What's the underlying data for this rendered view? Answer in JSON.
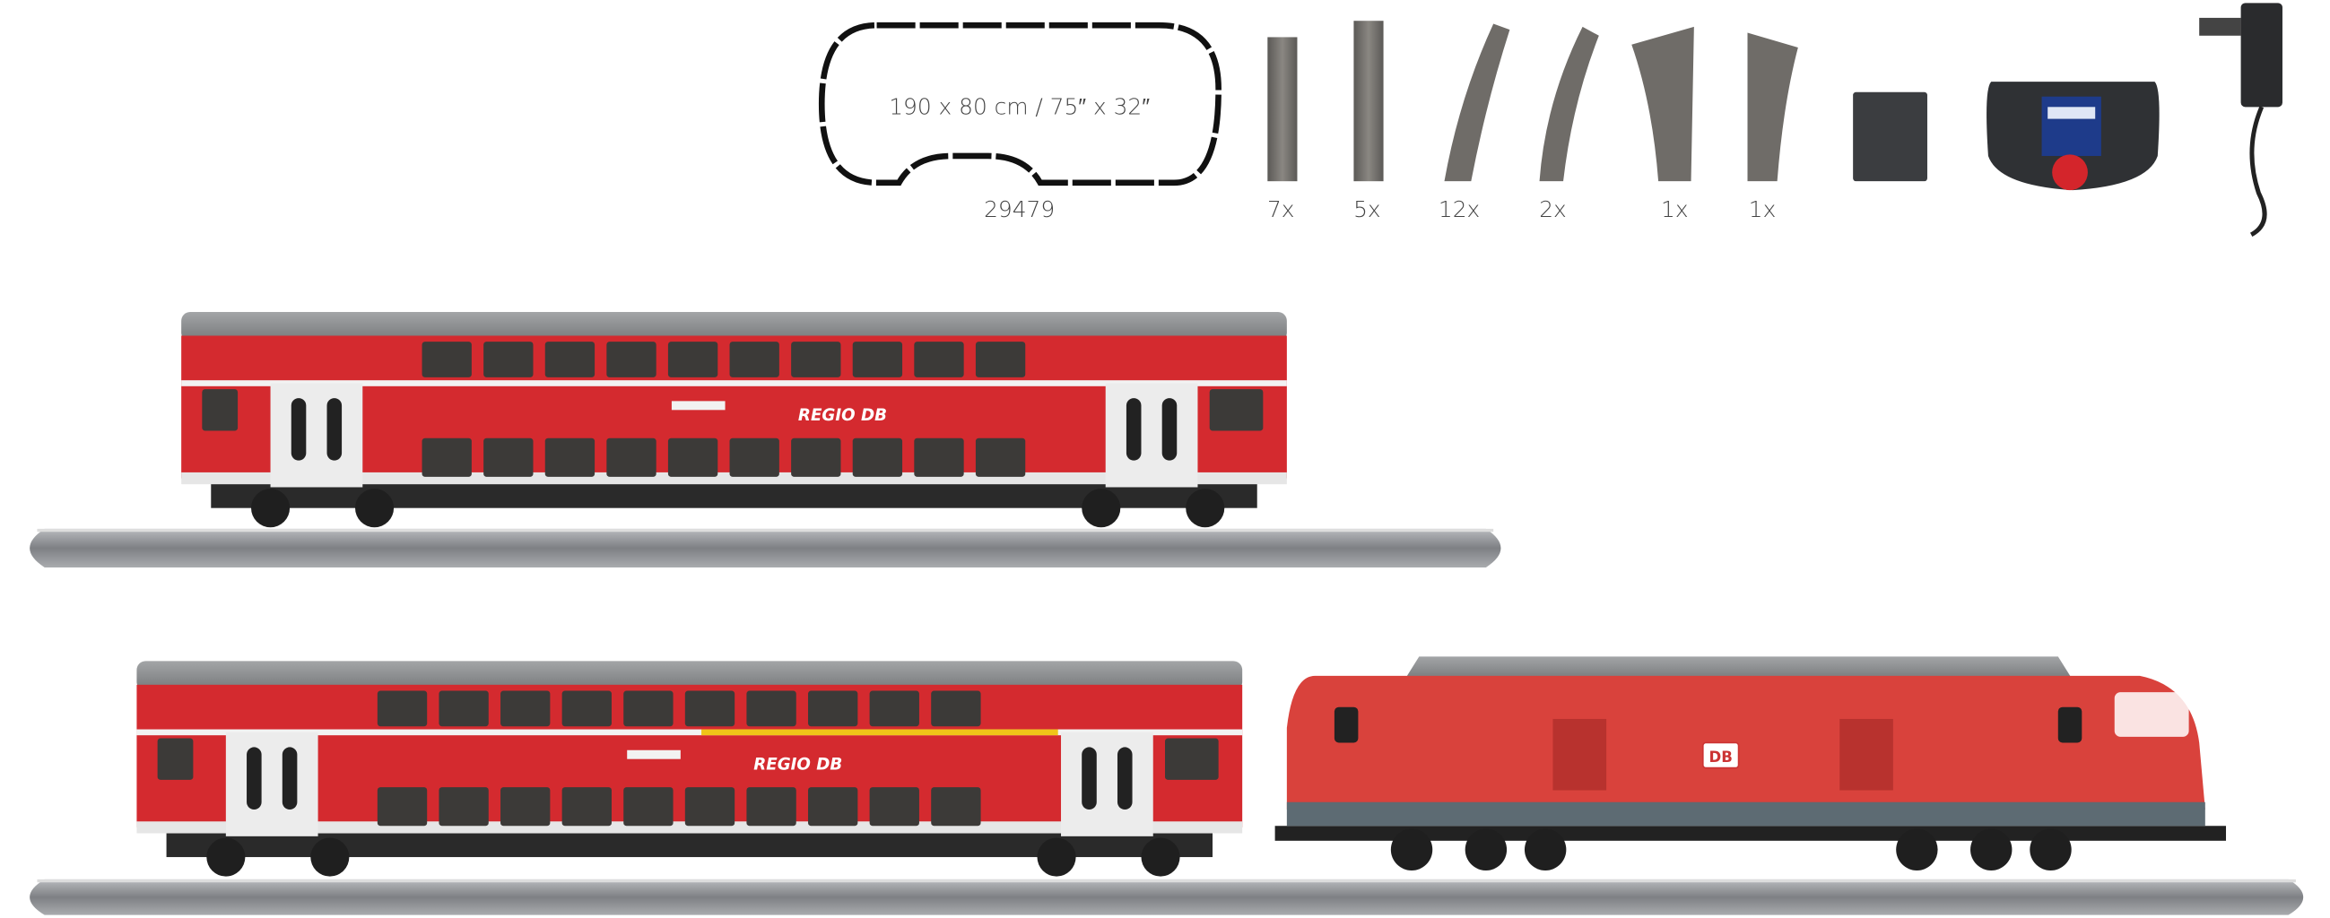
{
  "layout_plan": {
    "dimensions": "190 x 80 cm / 75″ x 32″",
    "track_plan_number": "29479"
  },
  "components": [
    {
      "item": "straight-track",
      "count": "7x"
    },
    {
      "item": "straight-track-long",
      "count": "5x"
    },
    {
      "item": "curved-track",
      "count": "12x"
    },
    {
      "item": "curved-track-wide",
      "count": "2x"
    },
    {
      "item": "left-turnout",
      "count": "1x"
    },
    {
      "item": "right-turnout",
      "count": "1x"
    },
    {
      "item": "connector-box",
      "count": ""
    },
    {
      "item": "mobile-station-controller",
      "count": ""
    },
    {
      "item": "power-supply",
      "count": ""
    }
  ],
  "vehicles": {
    "coach_logo": "REGIO DB",
    "locomotive_logo": "DB"
  },
  "colors": {
    "coach_red": "#d42a2f",
    "loco_red": "#d9423c",
    "roof_grey": "#8a8c8e",
    "ballast": "#8d8f93"
  }
}
